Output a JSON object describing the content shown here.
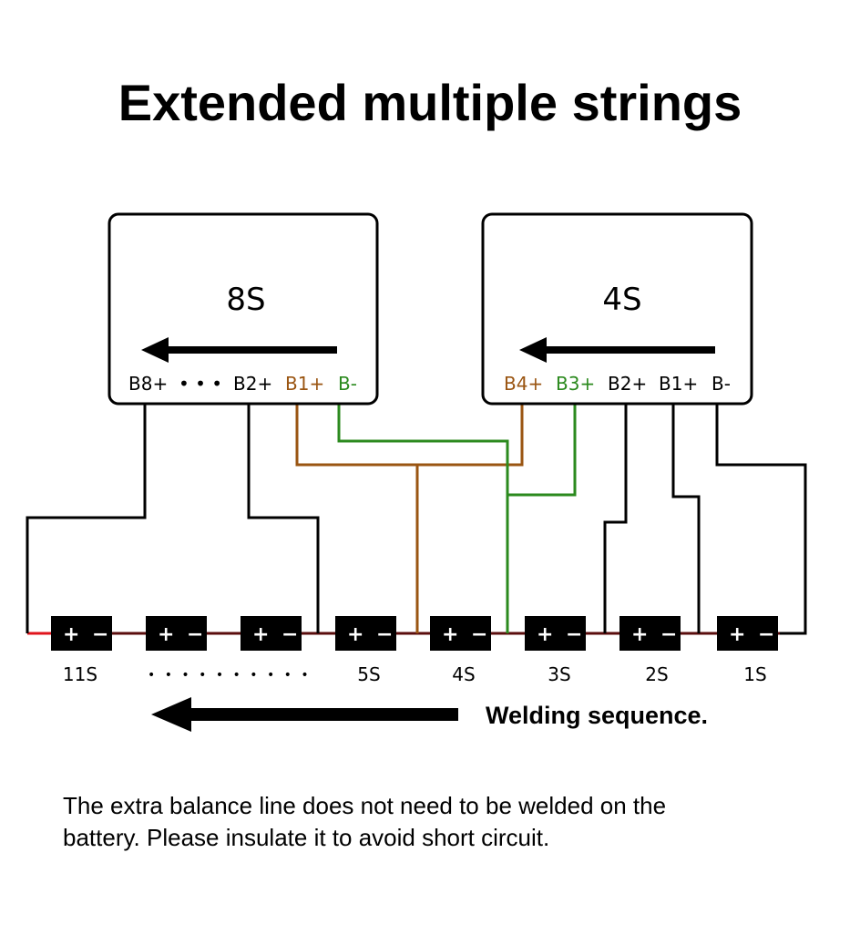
{
  "title": "Extended multiple strings",
  "boards": {
    "left": {
      "label": "8S",
      "pins": {
        "b8": "B8+",
        "dots": "• • •",
        "b2": "B2+",
        "b1": "B1+",
        "bminus": "B-"
      }
    },
    "right": {
      "label": "4S",
      "pins": {
        "b4": "B4+",
        "b3": "B3+",
        "b2": "B2+",
        "b1": "B1+",
        "bminus": "B-"
      }
    }
  },
  "cells": {
    "plus_symbol": "+",
    "minus_symbol": "−",
    "labels": {
      "c11": "11S",
      "dots": "• • • • • • • • • •",
      "c5": "5S",
      "c4": "4S",
      "c3": "3S",
      "c2": "2S",
      "c1": "1S"
    }
  },
  "welding_sequence": "Welding sequence.",
  "note": {
    "line1": "The extra balance line does not need to be welded on the",
    "line2": "battery. Please insulate it to avoid short circuit."
  },
  "colors": {
    "black_wire": "#000000",
    "brown_wire": "#9a5512",
    "green_wire": "#2b8a1e",
    "series_link": "#5a0d0d",
    "positive_lead": "#e0141c"
  }
}
